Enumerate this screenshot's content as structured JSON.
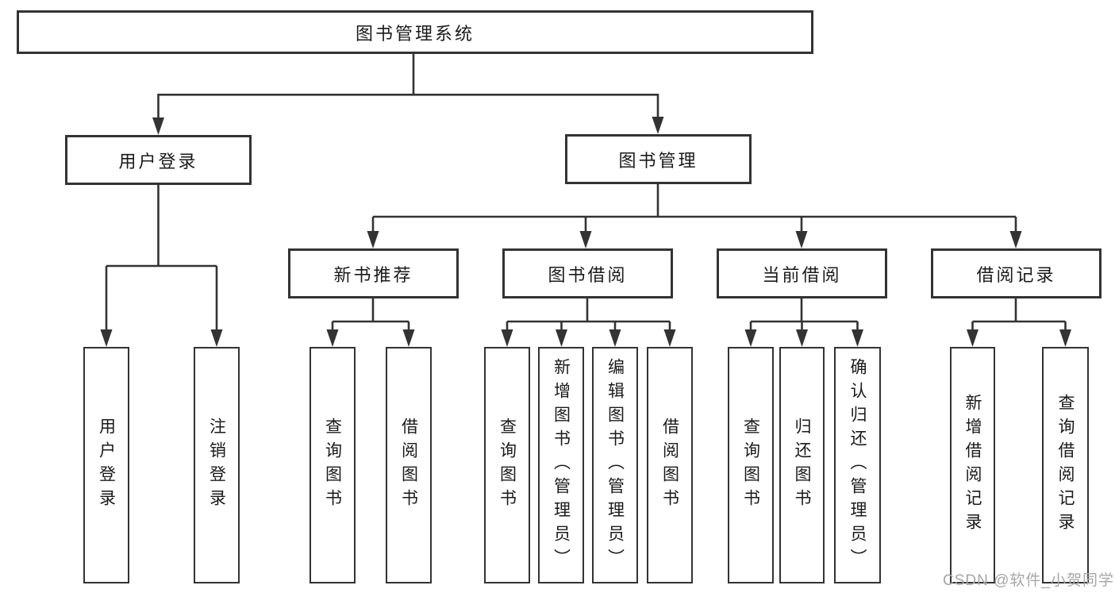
{
  "diagram_type": "functional-structure-tree",
  "tree": {
    "label": "图书管理系统",
    "children": [
      {
        "label": "用户登录",
        "children": [
          {
            "label": "用户登录"
          },
          {
            "label": "注销登录"
          }
        ]
      },
      {
        "label": "图书管理",
        "children": [
          {
            "label": "新书推荐",
            "children": [
              {
                "label": "查询图书"
              },
              {
                "label": "借阅图书"
              }
            ]
          },
          {
            "label": "图书借阅",
            "children": [
              {
                "label": "查询图书"
              },
              {
                "label": "新增图书（管理员）"
              },
              {
                "label": "编辑图书（管理员）"
              },
              {
                "label": "借阅图书"
              }
            ]
          },
          {
            "label": "当前借阅",
            "children": [
              {
                "label": "查询图书"
              },
              {
                "label": "归还图书"
              },
              {
                "label": "确认归还（管理员）"
              }
            ]
          },
          {
            "label": "借阅记录",
            "children": [
              {
                "label": "新增借阅记录"
              },
              {
                "label": "查询借阅记录"
              }
            ]
          }
        ]
      }
    ]
  },
  "watermark": "CSDN @软件_小贺同学",
  "colors": {
    "line": "#333333",
    "box_border": "#333333",
    "text": "#1a1a1a",
    "background": "#ffffff",
    "watermark_text": "#a6a6a6"
  }
}
